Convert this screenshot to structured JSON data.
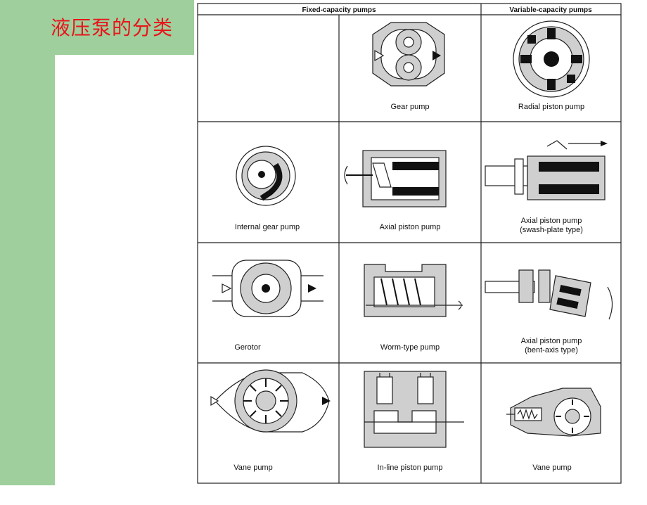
{
  "slide": {
    "title": "液压泵的分类"
  },
  "table": {
    "headers": {
      "fixed": "Fixed-capacity pumps",
      "variable": "Variable-capacity pumps"
    },
    "cells": {
      "gear": "Gear pump",
      "radial": "Radial piston pump",
      "internal_gear": "Internal gear pump",
      "axial_fixed": "Axial piston pump",
      "axial_swash_1": "Axial piston pump",
      "axial_swash_2": "(swash-plate type)",
      "gerotor": "Gerotor",
      "worm": "Worm-type pump",
      "axial_bent_1": "Axial piston pump",
      "axial_bent_2": "(bent-axis type)",
      "vane_fixed": "Vane pump",
      "inline": "In-line piston pump",
      "vane_variable": "Vane pump"
    }
  }
}
